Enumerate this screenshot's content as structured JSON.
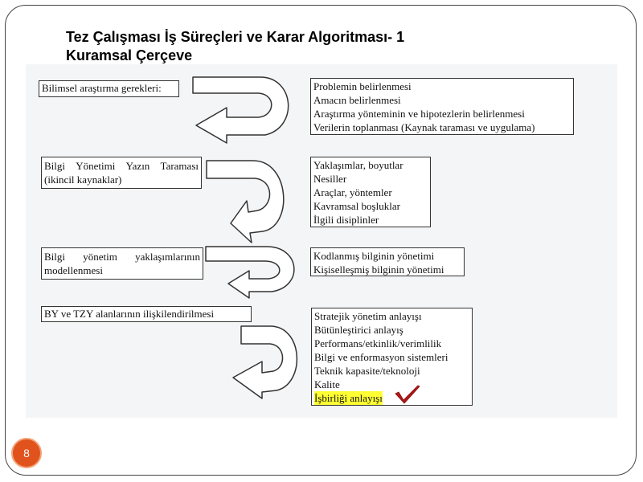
{
  "slide": {
    "title_line1": "Tez Çalışması İş Süreçleri ve Karar Algoritması- 1",
    "title_line2": "Kuramsal Çerçeve",
    "page_number": "8"
  },
  "steps": [
    {
      "left": [
        "Bilimsel araştırma gerekleri:"
      ],
      "right": [
        "Problemin belirlenmesi",
        "Amacın belirlenmesi",
        "Araştırma yönteminin ve hipotezlerin belirlenmesi",
        "Verilerin toplanması (Kaynak taraması ve uygulama)"
      ]
    },
    {
      "left_row1": [
        "Bilgi",
        "Yönetimi",
        "Yazın",
        "Taraması"
      ],
      "left_row2": "(ikincil kaynaklar)",
      "right": [
        "Yaklaşımlar, boyutlar",
        "Nesiller",
        "Araçlar, yöntemler",
        "Kavramsal boşluklar",
        "İlgili disiplinler"
      ]
    },
    {
      "left_row1": [
        "Bilgi",
        "yönetim",
        "yaklaşımlarının"
      ],
      "left_row2": "modellenmesi",
      "right": [
        "Kodlanmış bilginin yönetimi",
        "Kişiselleşmiş bilginin yönetimi"
      ]
    },
    {
      "left": [
        "BY ve TZY alanlarının ilişkilendirilmesi"
      ],
      "right": [
        "Stratejik yönetim anlayışı",
        "Bütünleştirici anlayış",
        "Performans/etkinlik/verimlilik",
        "Bilgi ve enformasyon sistemleri",
        "Teknik kapasite/teknoloji",
        "Kalite"
      ],
      "right_highlighted": "İşbirliği anlayışı"
    }
  ],
  "colors": {
    "badge": "#e0531d",
    "highlight": "#ffff33",
    "checkmark": "#b01818"
  },
  "icons": [
    "curved-arrow-icon",
    "checkmark-icon"
  ]
}
